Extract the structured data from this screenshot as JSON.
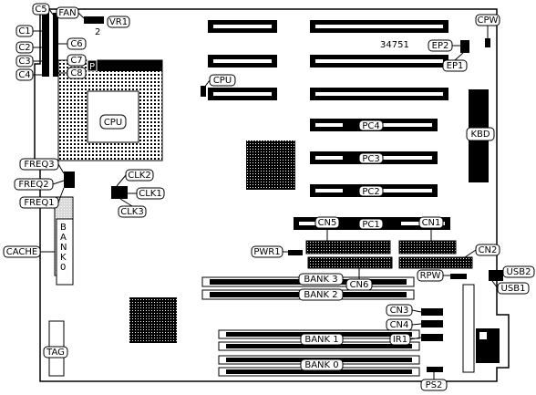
{
  "board_number": "34751",
  "labels": {
    "c5": "C5",
    "fan": "FAN",
    "vr1": "VR1",
    "vr1_pin": "2",
    "c1": "C1",
    "c2": "C2",
    "c3": "C3",
    "c4": "C4",
    "c6": "C6",
    "c7": "C7",
    "c8": "C8",
    "cpu_socket": "CPU",
    "cpu_jumper": "CPU",
    "socket_mark": "P",
    "freq3": "FREQ3",
    "freq2": "FREQ2",
    "freq1": "FREQ1",
    "clk1": "CLK1",
    "clk2": "CLK2",
    "clk3": "CLK3",
    "cache": "CACHE",
    "bank0_cache": "BANK0",
    "tag": "TAG",
    "cpw": "CPW",
    "ep1": "EP1",
    "ep2": "EP2",
    "kbd": "KBD",
    "pc1": "PC1",
    "pc2": "PC2",
    "pc3": "PC3",
    "pc4": "PC4",
    "cn1": "CN1",
    "cn2": "CN2",
    "cn3": "CN3",
    "cn4": "CN4",
    "cn5": "CN5",
    "cn6": "CN6",
    "pwr1": "PWR1",
    "rpw": "RPW",
    "usb1": "USB1",
    "usb2": "USB2",
    "bank3": "BANK 3",
    "bank2": "BANK 2",
    "bank1": "BANK 1",
    "bank0": "BANK 0",
    "ir1": "IR1",
    "ps2": "PS2"
  }
}
